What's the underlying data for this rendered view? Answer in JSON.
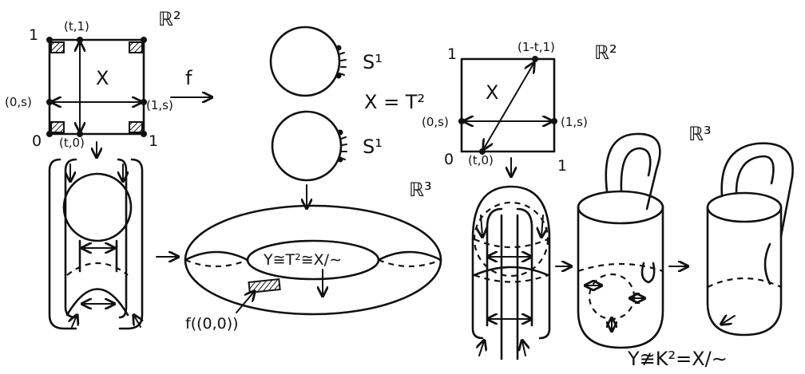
{
  "left_square": {
    "corner_top": "1",
    "corner_bottom": "0",
    "corner_right": "1",
    "top_point": "(t,1)",
    "left_point": "(0,s)",
    "right_point": "(1,s)",
    "bottom_point": "(t,0)",
    "center": "X",
    "space": "ℝ²"
  },
  "map_label": "f",
  "circles": {
    "top": "S¹",
    "bottom": "S¹",
    "product": "X = T²"
  },
  "torus": {
    "center_text": "Y≅T²≅X/∼",
    "point_label": "f((0,0))",
    "space": "ℝ³"
  },
  "right_square": {
    "corner_top": "1",
    "corner_bottom_left": "0",
    "corner_right": "1",
    "top_point": "(1-t,1)",
    "left_point": "(0,s)",
    "right_point": "(1,s)",
    "bottom_point": "(t,0)",
    "center": "X",
    "space": "ℝ²"
  },
  "klein": {
    "space": "ℝ³",
    "caption": "Y≇K²=X/∼"
  }
}
